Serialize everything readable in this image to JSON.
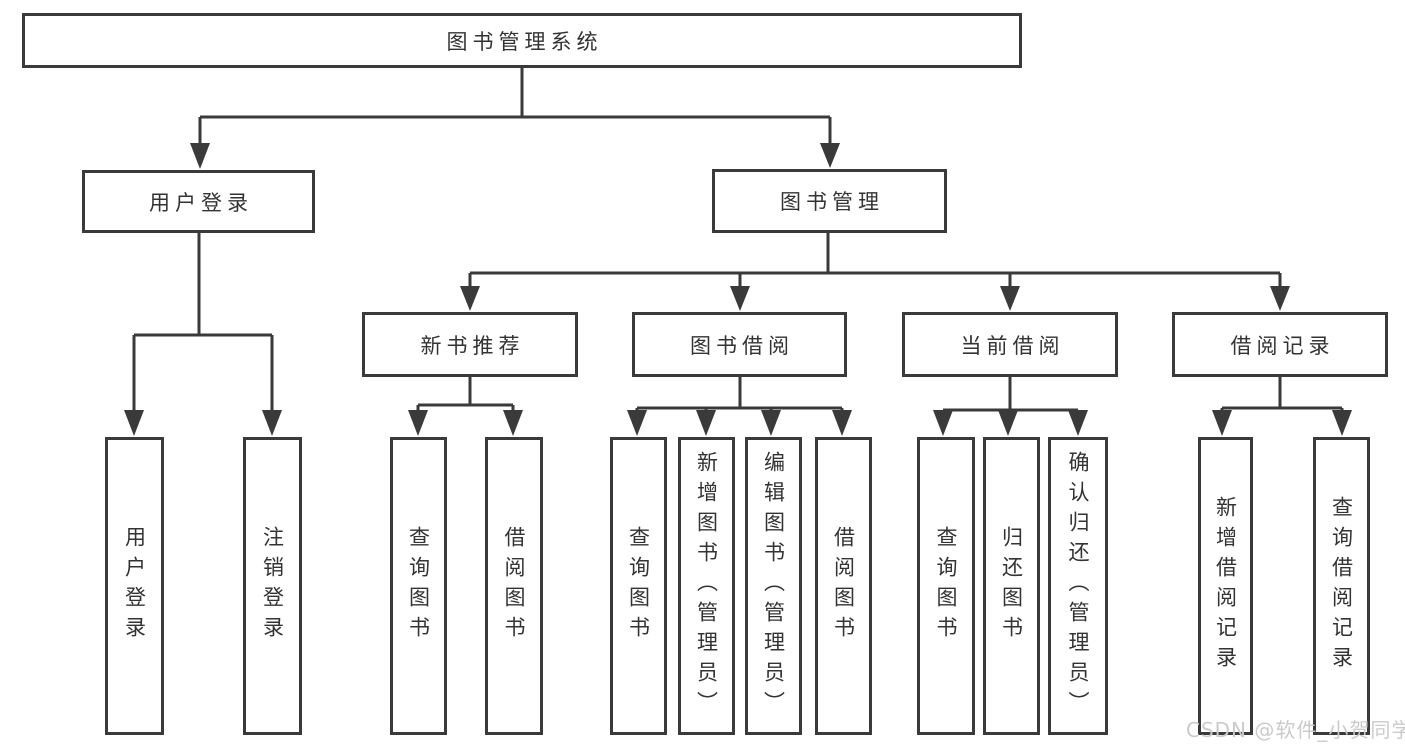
{
  "diagram": {
    "type": "tree",
    "root": {
      "label": "图书管理系统"
    },
    "level2": {
      "user_login": {
        "label": "用户登录"
      },
      "book_mgmt": {
        "label": "图书管理"
      }
    },
    "level3": {
      "new_book_rec": {
        "label": "新书推荐"
      },
      "book_borrow": {
        "label": "图书借阅"
      },
      "current_borrow": {
        "label": "当前借阅"
      },
      "borrow_records": {
        "label": "借阅记录"
      }
    },
    "leaves": {
      "login_1": {
        "label": "用户登录"
      },
      "login_2": {
        "label": "注销登录"
      },
      "newbook_1": {
        "label": "查询图书"
      },
      "newbook_2": {
        "label": "借阅图书"
      },
      "borrow_1": {
        "label": "查询图书"
      },
      "borrow_2": {
        "label": "新增图书（管理员）"
      },
      "borrow_3": {
        "label": "编辑图书（管理员）"
      },
      "borrow_4": {
        "label": "借阅图书"
      },
      "current_1": {
        "label": "查询图书"
      },
      "current_2": {
        "label": "归还图书"
      },
      "current_3": {
        "label": "确认归还（管理员）"
      },
      "records_1": {
        "label": "新增借阅记录"
      },
      "records_2": {
        "label": "查询借阅记录"
      }
    }
  },
  "watermark": {
    "text": "CSDN @软件_小贺同学"
  },
  "colors": {
    "line": "#3a3a3a",
    "text": "#333333",
    "box_background": "#ffffff",
    "page_background": "#ffffff",
    "watermark": "#cbcbcb"
  }
}
